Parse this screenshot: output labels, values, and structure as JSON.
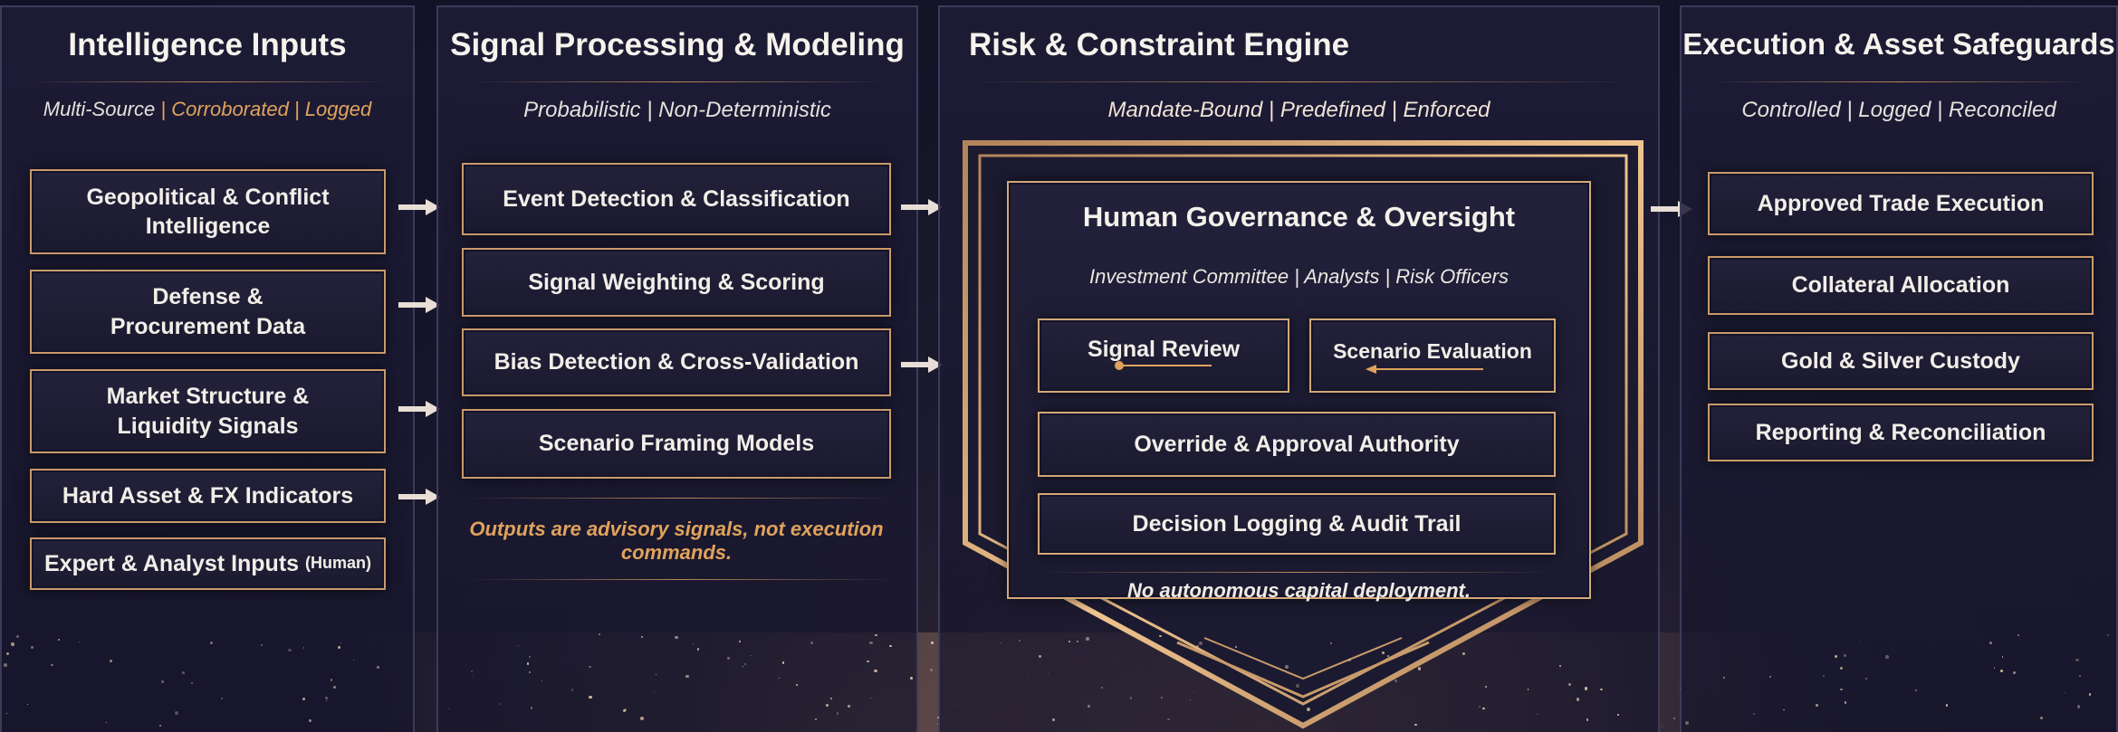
{
  "columns": [
    {
      "title": "Intelligence Inputs",
      "subtitle": [
        "Multi-Source",
        "Corroborated",
        "Logged"
      ]
    },
    {
      "title": "Signal Processing & Modeling",
      "subtitle": "Probabilistic | Non-Deterministic"
    },
    {
      "title": "Risk & Constraint Engine",
      "subtitle": "Mandate-Bound | Predefined | Enforced"
    },
    {
      "title": "Execution & Asset Safeguards",
      "subtitle": "Controlled | Logged | Reconciled"
    }
  ],
  "inputs": [
    "Geopolitical & Conflict Intelligence",
    "Defense & Procurement Data",
    "Market Structure & Liquidity Signals",
    "Hard Asset & FX Indicators",
    "Expert & Analyst Inputs"
  ],
  "inputs_human_tag": "(Human)",
  "processing": [
    "Event Detection & Classification",
    "Signal Weighting & Scoring",
    "Bias Detection & Cross-Validation",
    "Scenario Framing Models"
  ],
  "processing_note": "Outputs are advisory signals, not execution commands.",
  "governance": {
    "title": "Human Governance & Oversight",
    "subtitle": "Investment Committee | Analysts | Risk Officers",
    "review": "Signal Review",
    "evaluation": "Scenario Evaluation",
    "override": "Override & Approval Authority",
    "logging": "Decision Logging & Audit Trail",
    "note": "No autonomous capital deployment."
  },
  "execution": [
    "Approved Trade Execution",
    "Collateral Allocation",
    "Gold & Silver Custody",
    "Reporting & Reconciliation"
  ],
  "colors": {
    "accent": "#c99a6a",
    "gold_text": "#e0a35c",
    "background": "#15152a"
  }
}
